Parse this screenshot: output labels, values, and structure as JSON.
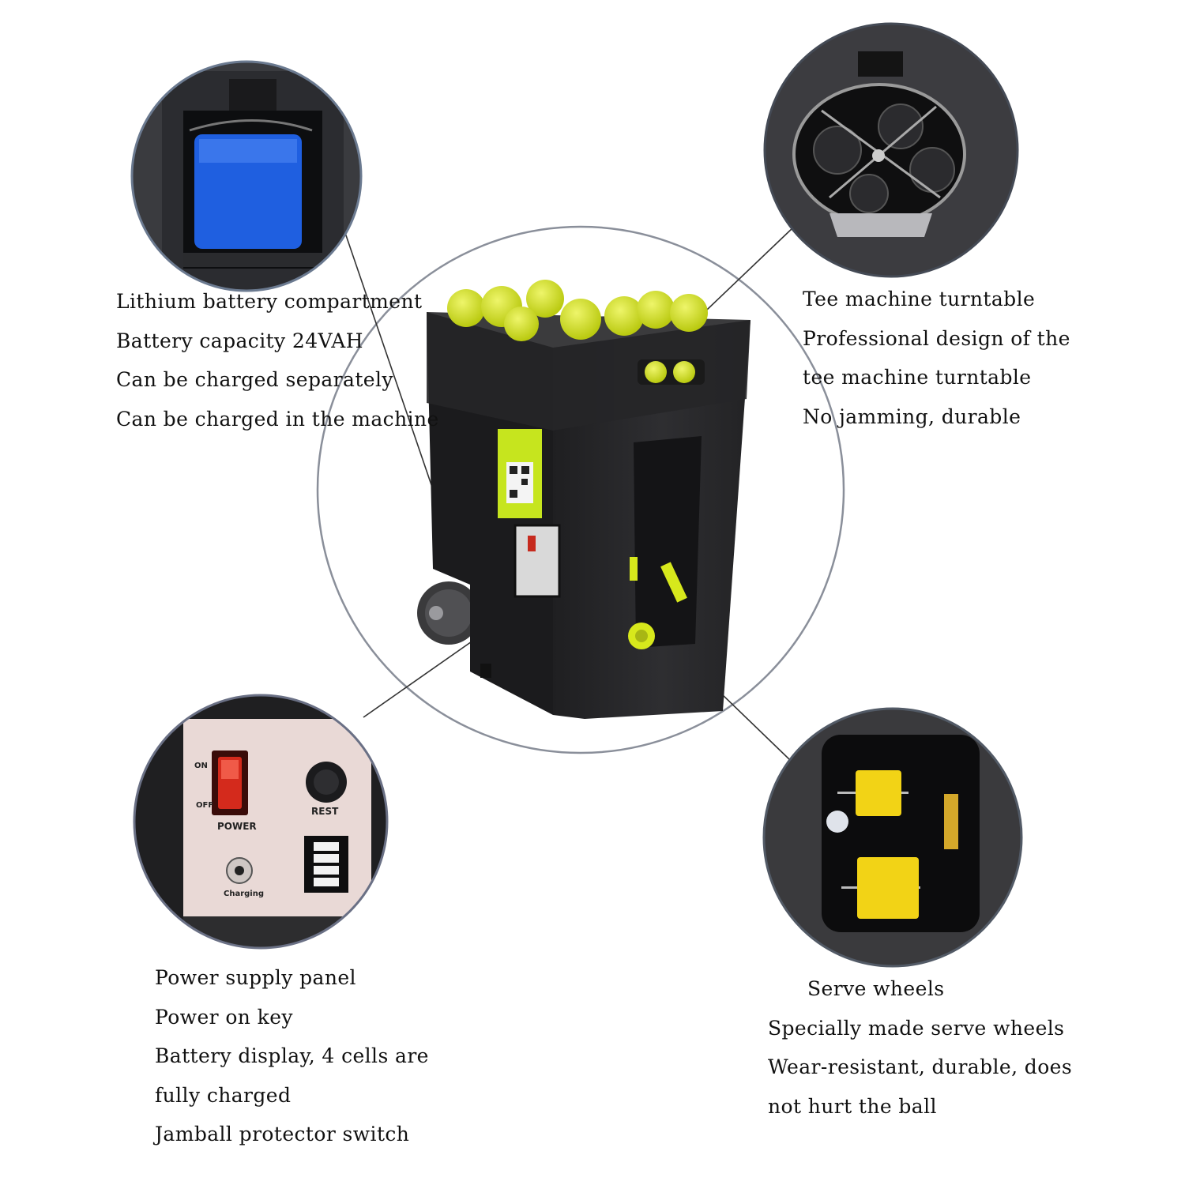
{
  "panel_labels": {
    "on": "ON",
    "off": "OFF",
    "power": "POWER",
    "rest": "REST",
    "charging": "Charging"
  },
  "callouts": {
    "battery": {
      "lines": [
        "Lithium battery compartment",
        "Battery capacity 24VAH",
        "Can be charged separately",
        "Can be charged in the machine"
      ]
    },
    "turntable": {
      "lines": [
        "Tee machine turntable",
        "Professional design of the",
        "tee machine turntable",
        "No jamming, durable"
      ]
    },
    "power_panel": {
      "lines": [
        "Power supply panel",
        "Power on key",
        "Battery display, 4 cells are",
        "fully charged",
        "Jamball protector switch"
      ]
    },
    "serve_wheels": {
      "lines": [
        "Serve wheels",
        "Specially made serve wheels",
        "Wear-resistant, durable, does",
        "not hurt the ball"
      ]
    }
  },
  "battery_display": {
    "cells_lit": 4,
    "cells_total": 4
  },
  "colors": {
    "machine_body": "#2a2a2c",
    "tennis_ball": "#d7e81c",
    "battery_blue": "#1f5fe0",
    "wheel_yellow": "#f2d316",
    "switch_red": "#d42a1c",
    "panel_bg": "#e9d9d6"
  }
}
